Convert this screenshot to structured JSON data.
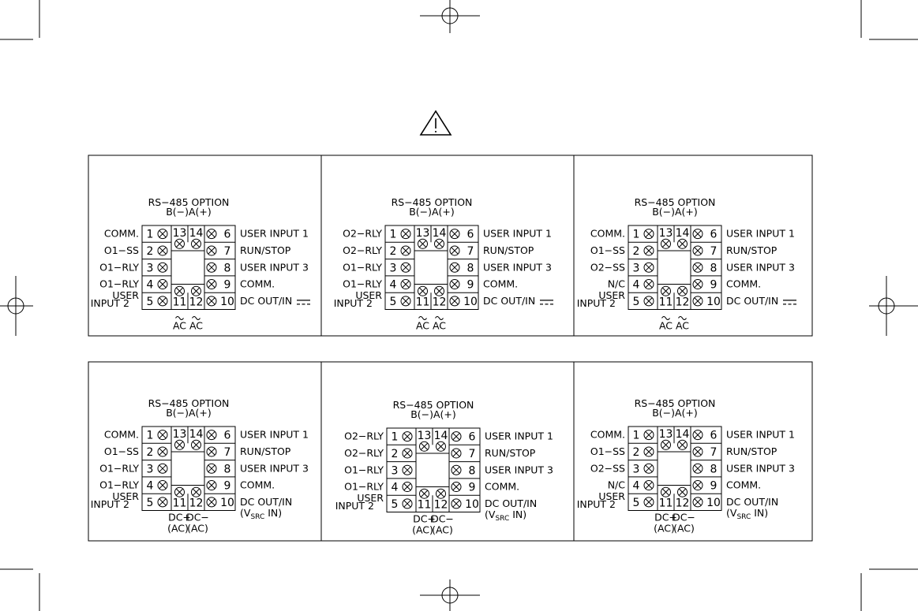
{
  "header": "RS−485  OPTION",
  "bus_labels": "B(−)A(+)",
  "supply": {
    "ac_top": [
      "AC",
      "AC"
    ],
    "dc_top": [
      "DC+",
      "DC−"
    ],
    "dc_bottom": [
      "(AC)",
      "(AC)"
    ]
  },
  "right_labels": [
    "USER  INPUT  1",
    "RUN/STOP",
    "USER  INPUT  3",
    "COMM.",
    "DC  OUT/IN"
  ],
  "vsrc_note": {
    "open": "(V",
    "sub": "SRC",
    "close": " IN)"
  },
  "user_input_2": [
    "USER",
    "INPUT  2"
  ],
  "terminals": {
    "left": [
      "1",
      "2",
      "3",
      "4",
      "5"
    ],
    "right": [
      "6",
      "7",
      "8",
      "9",
      "10"
    ],
    "top": [
      "13",
      "14"
    ],
    "bottom": [
      "11",
      "12"
    ]
  },
  "diagrams": [
    {
      "left_labels": [
        "COMM.",
        "O1−SS",
        "O1−RLY",
        "O1−RLY"
      ],
      "supply": "ac"
    },
    {
      "left_labels": [
        "O2−RLY",
        "O2−RLY",
        "O1−RLY",
        "O1−RLY"
      ],
      "supply": "ac"
    },
    {
      "left_labels": [
        "COMM.",
        "O1−SS",
        "O2−SS",
        "N/C"
      ],
      "supply": "ac"
    },
    {
      "left_labels": [
        "COMM.",
        "O1−SS",
        "O1−RLY",
        "O1−RLY"
      ],
      "supply": "dc"
    },
    {
      "left_labels": [
        "O2−RLY",
        "O2−RLY",
        "O1−RLY",
        "O1−RLY"
      ],
      "supply": "dc"
    },
    {
      "left_labels": [
        "COMM.",
        "O1−SS",
        "O2−SS",
        "N/C"
      ],
      "supply": "dc"
    }
  ]
}
